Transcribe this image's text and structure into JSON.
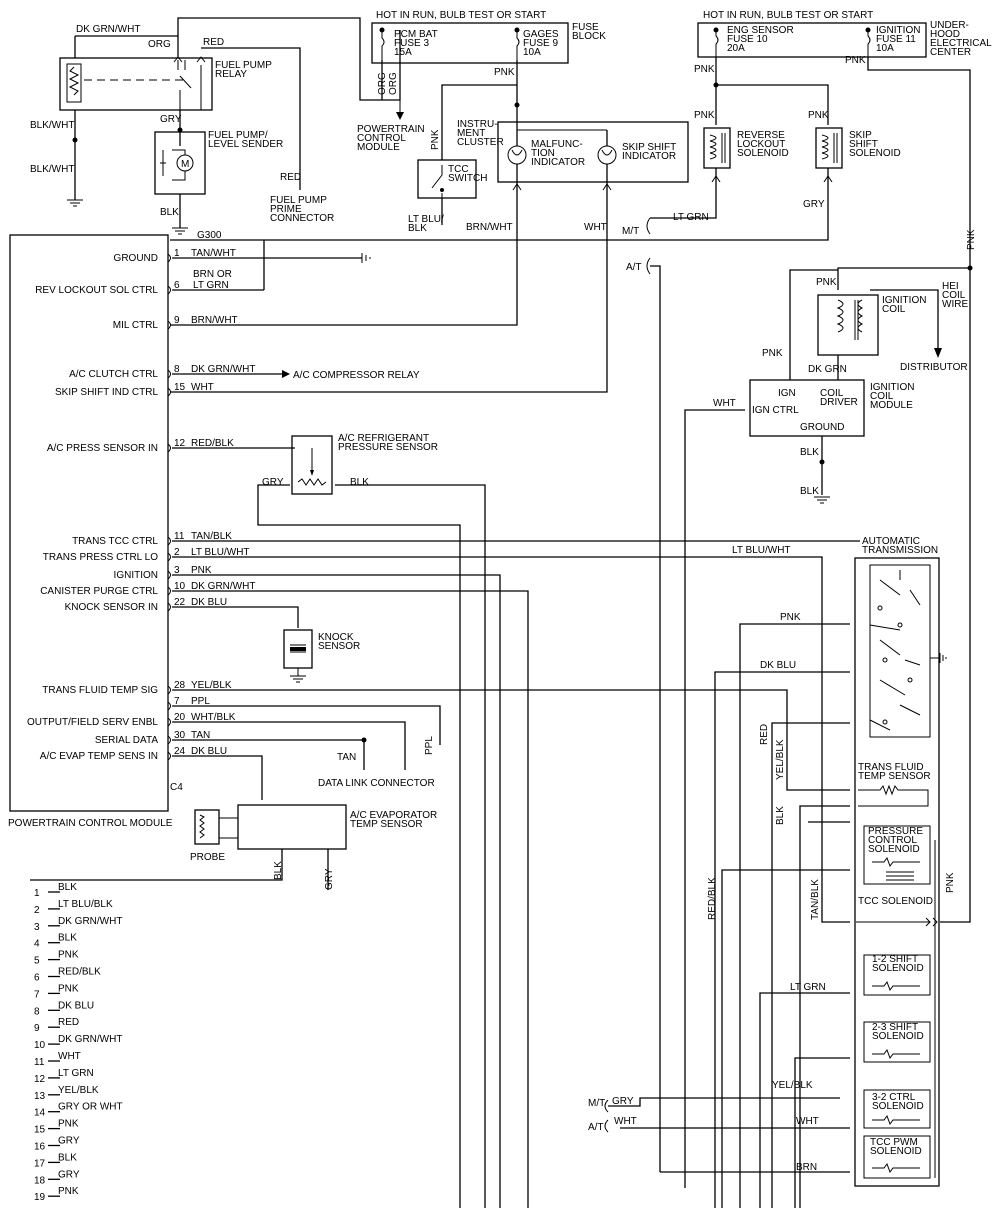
{
  "top": {
    "fuse_block_power": "HOT IN RUN, BULB TEST OR START",
    "fuse_block_label": "FUSE\nBLOCK",
    "pcm_bat_fuse": "PCM BAT\nFUSE 3\n15A",
    "gages_fuse": "GAGES\nFUSE 9\n10A",
    "underhood_power": "HOT IN RUN, BULB TEST OR START",
    "eng_sensor_fuse": "ENG SENSOR\nFUSE 10\n20A",
    "ignition_fuse": "IGNITION\nFUSE 11\n10A",
    "underhood_label": "UNDER-\nHOOD\nELECTRICAL\nCENTER"
  },
  "components": {
    "fuel_pump_relay": "FUEL PUMP\nRELAY",
    "fuel_pump_sender": "FUEL PUMP/\nLEVEL SENDER",
    "g300": "G300",
    "fuel_pump_prime": "FUEL PUMP\nPRIME\nCONNECTOR",
    "powertrain_control_module_top": "POWERTRAIN\nCONTROL\nMODULE",
    "instrument_cluster": "INSTRU-\nMENT\nCLUSTER",
    "tcc_switch": "TCC\nSWITCH",
    "mil": "MALFUNC-\nTION\nINDICATOR",
    "skip_shift_indicator": "SKIP SHIFT\nINDICATOR",
    "reverse_lockout": "REVERSE\nLOCKOUT\nSOLENOID",
    "skip_shift_solenoid": "SKIP\nSHIFT\nSOLENOID",
    "ignition_coil": "IGNITION\nCOIL",
    "hei_coil_wire": "HEI\nCOIL\nWIRE",
    "distributor": "DISTRIBUTOR",
    "icm_ign": "IGN",
    "icm_coil_driver": "COIL\nDRIVER",
    "icm_ign_ctrl": "IGN CTRL",
    "icm_ground": "GROUND",
    "icm_label": "IGNITION\nCOIL\nMODULE",
    "ac_refrig_sensor": "A/C REFRIGERANT\nPRESSURE SENSOR",
    "knock_sensor": "KNOCK\nSENSOR",
    "data_link_connector": "DATA LINK CONNECTOR",
    "ac_evap_temp_sensor": "A/C EVAPORATOR\nTEMP SENSOR",
    "probe": "PROBE",
    "pcm_label": "POWERTRAIN CONTROL MODULE",
    "c4": "C4",
    "auto_trans": "AUTOMATIC\nTRANSMISSION",
    "trans_fluid_temp": "TRANS FLUID\nTEMP SENSOR",
    "pressure_control": "PRESSURE\nCONTROL\nSOLENOID",
    "tcc_solenoid": "TCC SOLENOID",
    "shift_12": "1-2 SHIFT\nSOLENOID",
    "shift_23": "2-3 SHIFT\nSOLENOID",
    "ctrl_32": "3-2 CTRL\nSOLENOID",
    "tcc_pwm": "TCC PWM\nSOLENOID",
    "ac_compressor_relay": "A/C COMPRESSOR RELAY",
    "mt": "M/T",
    "at": "A/T"
  },
  "pcm_pins": [
    {
      "label": "GROUND",
      "pin": "1",
      "wire": "TAN/WHT"
    },
    {
      "label": "REV LOCKOUT SOL CTRL",
      "pin": "6",
      "wire": "BRN OR\nLT GRN"
    },
    {
      "label": "MIL CTRL",
      "pin": "9",
      "wire": "BRN/WHT"
    },
    {
      "label": "A/C CLUTCH CTRL",
      "pin": "8",
      "wire": "DK GRN/WHT"
    },
    {
      "label": "SKIP SHIFT IND CTRL",
      "pin": "15",
      "wire": "WHT"
    },
    {
      "label": "A/C PRESS SENSOR IN",
      "pin": "12",
      "wire": "RED/BLK"
    },
    {
      "label": "TRANS TCC CTRL",
      "pin": "11",
      "wire": "TAN/BLK"
    },
    {
      "label": "TRANS PRESS CTRL LO",
      "pin": "2",
      "wire": "LT BLU/WHT"
    },
    {
      "label": "IGNITION",
      "pin": "3",
      "wire": "PNK"
    },
    {
      "label": "CANISTER PURGE CTRL",
      "pin": "10",
      "wire": "DK GRN/WHT"
    },
    {
      "label": "KNOCK SENSOR IN",
      "pin": "22",
      "wire": "DK BLU"
    },
    {
      "label": "TRANS FLUID TEMP SIG",
      "pin": "28",
      "wire": "YEL/BLK"
    },
    {
      "label": "",
      "pin": "7",
      "wire": "PPL"
    },
    {
      "label": "OUTPUT/FIELD SERV ENBL",
      "pin": "20",
      "wire": "WHT/BLK"
    },
    {
      "label": "SERIAL DATA",
      "pin": "30",
      "wire": "TAN"
    },
    {
      "label": "A/C EVAP TEMP SENS IN",
      "pin": "24",
      "wire": "DK BLU"
    }
  ],
  "wire_labels": {
    "dk_grn_wht_top": "DK GRN/WHT",
    "org": "ORG",
    "red": "RED",
    "gry": "GRY",
    "blk_wht": "BLK/WHT",
    "blk": "BLK",
    "pnk": "PNK",
    "lt_blu_blk": "LT BLU/\nBLK",
    "brn_wht": "BRN/WHT",
    "wht": "WHT",
    "lt_grn": "LT GRN",
    "lt_blu_wht": "LT BLU/WHT",
    "dk_blu": "DK BLU",
    "yel_blk": "YEL/BLK",
    "red_blk": "RED/BLK",
    "tan_blk": "TAN/BLK",
    "tan": "TAN",
    "ppl": "PPL",
    "brn": "BRN"
  },
  "harness": [
    {
      "num": "1",
      "wire": "BLK"
    },
    {
      "num": "2",
      "wire": "LT BLU/BLK"
    },
    {
      "num": "3",
      "wire": "DK GRN/WHT"
    },
    {
      "num": "4",
      "wire": "BLK"
    },
    {
      "num": "5",
      "wire": "PNK"
    },
    {
      "num": "6",
      "wire": "RED/BLK"
    },
    {
      "num": "7",
      "wire": "PNK"
    },
    {
      "num": "8",
      "wire": "DK BLU"
    },
    {
      "num": "9",
      "wire": "RED"
    },
    {
      "num": "10",
      "wire": "DK GRN/WHT"
    },
    {
      "num": "11",
      "wire": "WHT"
    },
    {
      "num": "12",
      "wire": "LT GRN"
    },
    {
      "num": "13",
      "wire": "YEL/BLK"
    },
    {
      "num": "14",
      "wire": "GRY OR WHT"
    },
    {
      "num": "15",
      "wire": "PNK"
    },
    {
      "num": "16",
      "wire": "GRY"
    },
    {
      "num": "17",
      "wire": "BLK"
    },
    {
      "num": "18",
      "wire": "GRY"
    },
    {
      "num": "19",
      "wire": "PNK"
    }
  ],
  "harness_extra": {
    "mt_gry": "GRY",
    "at_wht": "WHT"
  }
}
